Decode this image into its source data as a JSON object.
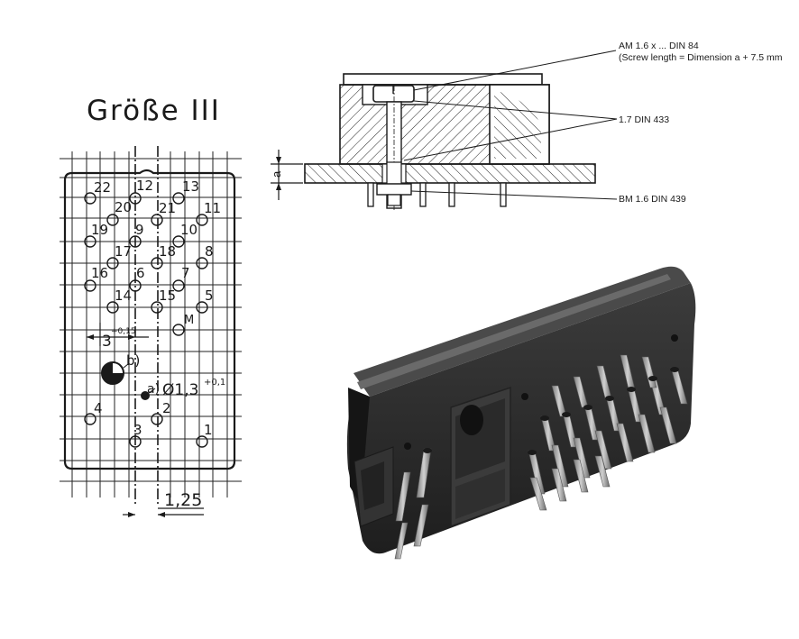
{
  "title": "Größe III",
  "pin_labels": {
    "p22": "22",
    "p12": "12",
    "p13": "13",
    "p20": "20",
    "p21": "21",
    "p11": "11",
    "p19": "19",
    "p9": "9",
    "p10": "10",
    "p17": "17",
    "p18": "18",
    "p8": "8",
    "p16": "16",
    "p6": "6",
    "p7": "7",
    "p14": "14",
    "p15": "15",
    "p5": "5",
    "pM": "M",
    "p4": "4",
    "p2": "2",
    "p3": "3",
    "p1": "1"
  },
  "dimensions": {
    "pitch_value": "3",
    "pitch_tolerance": "+0,15",
    "hole_diameter": "Ø1,3",
    "hole_tolerance": "+0,1",
    "offset": "1,25",
    "marker_a": "a)",
    "marker_b": "b)",
    "gap_label": "a"
  },
  "callouts": {
    "screw_line1": "AM 1.6 x ... DIN 84",
    "screw_line2": "(Screw length = Dimension a + 7.5 mm",
    "washer": "1.7 DIN 433",
    "nut": "BM 1.6 DIN 439"
  },
  "colors": {
    "ink": "#1a1a1a",
    "connector_body": "#2b2b2b",
    "connector_pin": "#9a9a9a"
  }
}
